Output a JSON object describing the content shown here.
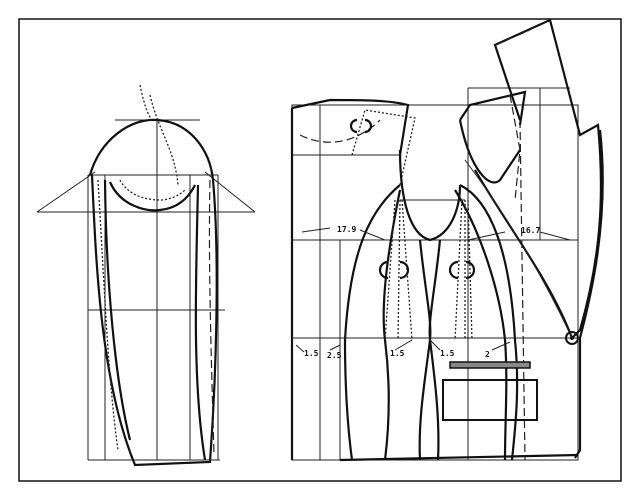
{
  "diagram": {
    "type": "jacket-sewing-pattern-draft",
    "measurements": {
      "back_chest": "17.9",
      "front_chest": "16.7",
      "waist_suppressions": [
        "1.5",
        "2.5",
        "1.5",
        "1.5",
        "2"
      ]
    },
    "line_color": "#111111",
    "pocket_fill": "#888888"
  }
}
